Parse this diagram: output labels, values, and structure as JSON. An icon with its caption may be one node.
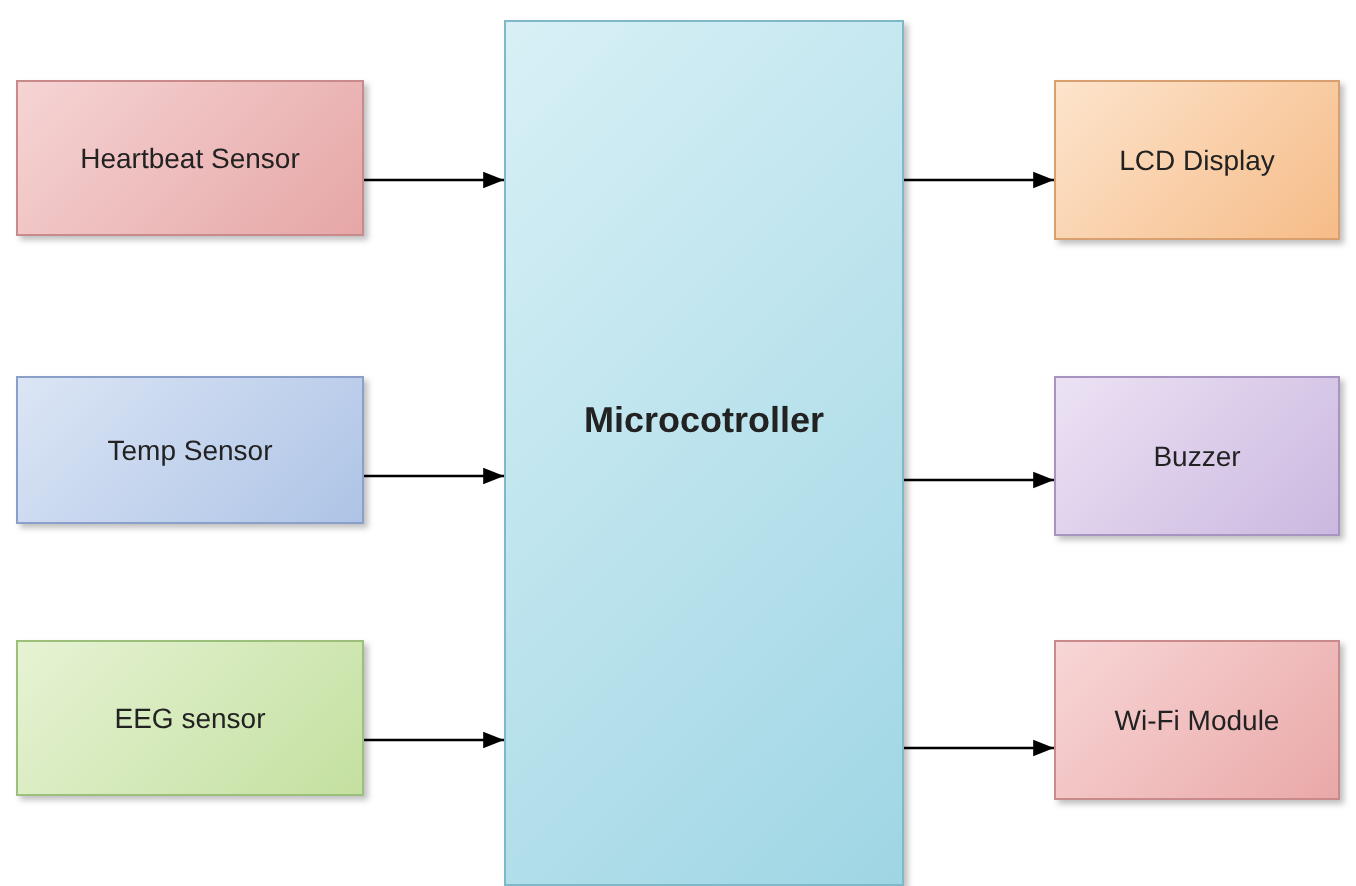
{
  "diagram": {
    "nodes": [
      {
        "text": [
          "Heartbeat Sensor"
        ]
      },
      {
        "text": [
          "Temp Sensor"
        ]
      },
      {
        "text": [
          "EEG sensor"
        ]
      },
      {
        "text": [
          "Microcotroller"
        ]
      },
      {
        "text": [
          "LCD Display"
        ]
      },
      {
        "text": [
          "Buzzer"
        ]
      },
      {
        "text": [
          "Wi-Fi Module"
        ]
      }
    ],
    "edges": [
      {
        "from": 0,
        "to": 3,
        "arrow": "to"
      },
      {
        "from": 1,
        "to": 3,
        "arrow": "to"
      },
      {
        "from": 2,
        "to": 3,
        "arrow": "to"
      },
      {
        "from": 3,
        "to": 4,
        "arrow": "to"
      },
      {
        "from": 3,
        "to": 5,
        "arrow": "to"
      },
      {
        "from": 3,
        "to": 6,
        "arrow": "to"
      }
    ]
  }
}
